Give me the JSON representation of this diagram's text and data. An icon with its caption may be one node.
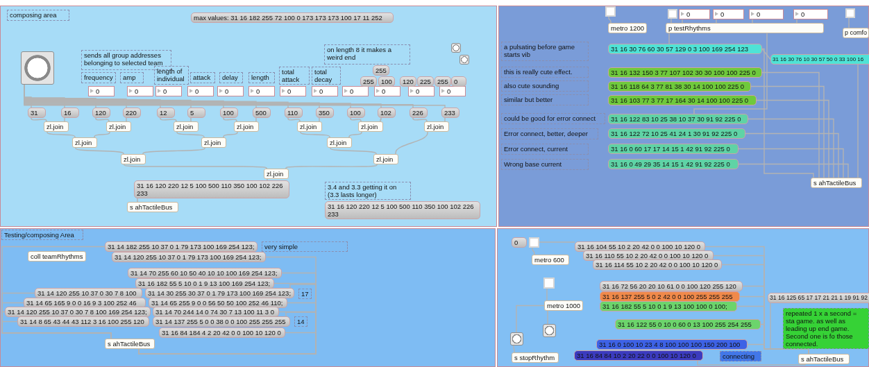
{
  "diagram": {
    "nodes": [
      {
        "text": [
          "composing area"
        ]
      },
      {
        "text": [
          "max values: 31 16 182 255 72 100 0 173 173 173 100 17 11 252"
        ]
      },
      {
        "text": [],
        "shape": "circle"
      },
      {
        "text": [
          "sends all group addresses belonging to selected team"
        ]
      },
      {
        "text": [
          "frequency"
        ]
      },
      {
        "text": [
          "amp"
        ]
      },
      {
        "text": [
          "length of individual"
        ]
      },
      {
        "text": [
          "attack"
        ]
      },
      {
        "text": [
          "delay"
        ]
      },
      {
        "text": [
          "length"
        ]
      },
      {
        "text": [
          "total attack"
        ]
      },
      {
        "text": [
          "total decay"
        ]
      },
      {
        "text": [
          "on length 8 it makes a weird end"
        ]
      },
      {
        "text": [
          "0"
        ]
      },
      {
        "text": [
          "0"
        ]
      },
      {
        "text": [
          "0"
        ]
      },
      {
        "text": [
          "0"
        ]
      },
      {
        "text": [
          "0"
        ]
      },
      {
        "text": [
          "0"
        ]
      },
      {
        "text": [
          "0"
        ]
      },
      {
        "text": [
          "0"
        ]
      },
      {
        "text": [
          "0"
        ]
      },
      {
        "text": [
          "0"
        ]
      },
      {
        "text": [
          "0"
        ]
      },
      {
        "text": [
          "0"
        ]
      },
      {
        "text": [
          "255"
        ]
      },
      {
        "text": [
          "255"
        ]
      },
      {
        "text": [
          "100"
        ]
      },
      {
        "text": [
          "120"
        ]
      },
      {
        "text": [
          "225"
        ]
      },
      {
        "text": [
          "255"
        ]
      },
      {
        "text": [
          "0"
        ]
      },
      {
        "text": [],
        "shape": "circle"
      },
      {
        "text": [],
        "shape": "circle"
      },
      {
        "text": [
          "31"
        ]
      },
      {
        "text": [
          "16"
        ]
      },
      {
        "text": [
          "120"
        ]
      },
      {
        "text": [
          "220"
        ]
      },
      {
        "text": [
          "12"
        ]
      },
      {
        "text": [
          "5"
        ]
      },
      {
        "text": [
          "100"
        ]
      },
      {
        "text": [
          "500"
        ]
      },
      {
        "text": [
          "110"
        ]
      },
      {
        "text": [
          "350"
        ]
      },
      {
        "text": [
          "100"
        ]
      },
      {
        "text": [
          "102"
        ]
      },
      {
        "text": [
          "226"
        ]
      },
      {
        "text": [
          "233"
        ]
      },
      {
        "text": [
          "zl.join"
        ]
      },
      {
        "text": [
          "zl.join"
        ]
      },
      {
        "text": [
          "zl.join"
        ]
      },
      {
        "text": [
          "zl.join"
        ]
      },
      {
        "text": [
          "zl.join"
        ]
      },
      {
        "text": [
          "zl.join"
        ]
      },
      {
        "text": [
          "zl.join"
        ]
      },
      {
        "text": [
          "zl.join"
        ]
      },
      {
        "text": [
          "zl.join"
        ]
      },
      {
        "text": [
          "zl.join"
        ]
      },
      {
        "text": [
          "zl.join"
        ]
      },
      {
        "text": [
          "zl.join"
        ]
      },
      {
        "text": [
          "zl.join"
        ]
      },
      {
        "text": [
          "31 16 120 220 12 5 100 500 110 350 100 102 226 233"
        ]
      },
      {
        "text": [
          "s ahTactileBus"
        ]
      },
      {
        "text": [
          "3.4 and 3.3 getting it on (3.3 lasts longer)"
        ]
      },
      {
        "text": [
          "31 16 120 220 12 5 100 500 110 350 100 102 226 233"
        ]
      },
      {
        "text": [],
        "shape": "box"
      },
      {
        "text": [],
        "shape": "box"
      },
      {
        "text": [
          "0"
        ]
      },
      {
        "text": [
          "0"
        ]
      },
      {
        "text": [
          "0"
        ]
      },
      {
        "text": [
          "0"
        ]
      },
      {
        "text": [],
        "shape": "box"
      },
      {
        "text": [
          "metro 1200"
        ]
      },
      {
        "text": [
          "p testRhythms"
        ]
      },
      {
        "text": [
          "p comfo"
        ]
      },
      {
        "text": [
          "a pulsating before game starts vib"
        ]
      },
      {
        "text": [
          "31 16 30 76 60 30 57 129 0 3 100 169 254 123"
        ]
      },
      {
        "text": [
          "31 16 30 76 10 30 57 50 0 33 100 16"
        ]
      },
      {
        "text": [
          "this is really cute effect."
        ]
      },
      {
        "text": [
          "31 16 132 150 3 77 107 102 30 30 100 100 225 0"
        ]
      },
      {
        "text": [
          "also cute sounding"
        ]
      },
      {
        "text": [
          "31 16 118 64 3 77 81 38 30 14 100 100 225 0"
        ]
      },
      {
        "text": [
          "similar but better"
        ]
      },
      {
        "text": [
          "31 16 103 77 3 77 17 164 30 14 100 100 225 0"
        ]
      },
      {
        "text": [
          "could be good for error connect"
        ]
      },
      {
        "text": [
          "31 16 122 83 10 25 38 10 37 30 91 92 225 0"
        ]
      },
      {
        "text": [
          "Error connect, better, deeper"
        ]
      },
      {
        "text": [
          "31 16 122 72 10 25 41 24 1 30 91 92 225 0"
        ]
      },
      {
        "text": [
          "Error connect, current"
        ]
      },
      {
        "text": [
          "31 16 0 60 17 17 14 15 1 42 91 92 225 0"
        ]
      },
      {
        "text": [
          "Wrong base current"
        ]
      },
      {
        "text": [
          "31 16 0 49 29 35 14 15 1 42 91 92 225 0"
        ]
      },
      {
        "text": [
          "s ahTactileBus"
        ]
      },
      {
        "text": [
          "Testing/composing Area"
        ]
      },
      {
        "text": [
          "coll teamRhythms"
        ]
      },
      {
        "text": [
          "31 14 182 255 10 37 0 1 79 173 100 169 254 123;"
        ]
      },
      {
        "text": [
          "very simple"
        ]
      },
      {
        "text": [
          "31 14 120 255 10 37 0 1 79 173 100 169 254 123;"
        ]
      },
      {
        "text": [
          "31 14 70 255 60 10 50 40 10 10 100 169 254 123;"
        ]
      },
      {
        "text": [
          "31 16 182 55 5 10 0 1 9 13 100 169 254 123;"
        ]
      },
      {
        "text": [
          "31 14 120 255 10 37 0 30 7 8 100"
        ]
      },
      {
        "text": [
          "31 14 30 255 30 37 0 1 79 173 100 169 254 123;"
        ]
      },
      {
        "text": [
          "17"
        ]
      },
      {
        "text": [
          "31 14 65 165 9 0 0 16 9 3 100 252 46"
        ]
      },
      {
        "text": [
          "31 14 65 255 9 0 0 56 50 50 100 252 46 110;"
        ]
      },
      {
        "text": [
          "31 14 120 255 10 37 0 30 7 8 100 169 254 123;"
        ]
      },
      {
        "text": [
          "31 14 70 244 14 0 74 30 7 13 100 11 3 0"
        ]
      },
      {
        "text": [
          "31 14 8 65 43 44 43 112 3 16 100 255 120"
        ]
      },
      {
        "text": [
          "31 14 137 255 5 0 0 38 0 0 100 255 255 255"
        ]
      },
      {
        "text": [
          "14"
        ]
      },
      {
        "text": [
          "31 16 84 184 4 2 20 42 0 0 100 10 120 0"
        ]
      },
      {
        "text": [
          "s ahTactileBus"
        ]
      },
      {
        "text": [
          "0"
        ]
      },
      {
        "text": [],
        "shape": "box"
      },
      {
        "text": [
          "31 16 104 55 10 2 20 42 0 0 100 10 120 0"
        ]
      },
      {
        "text": [
          "31 16 110 55 10 2 20 42 0 0 100 10 120 0"
        ]
      },
      {
        "text": [
          "31 16 114 55 10 2 20 42 0 0 100 10 120 0"
        ]
      },
      {
        "text": [
          "metro 600"
        ]
      },
      {
        "text": [],
        "shape": "box"
      },
      {
        "text": [
          "31 16 72 56 20 20 10 61 0 0 100 120 255 120"
        ]
      },
      {
        "text": [
          "31 16 137 255 5 0 2 42 0 0 100 255 255 255"
        ]
      },
      {
        "text": [
          "metro 1000"
        ]
      },
      {
        "text": [
          "31 16 182 55 5 10 0 1 9 13 100 100 0 100;"
        ]
      },
      {
        "text": [
          "31 16 125 65 17 17 21 21 1 19 91 92"
        ]
      },
      {
        "text": [
          "repeated 1 x a second = sta game. as well as leading up end game. Second one is fo those connected."
        ]
      },
      {
        "text": [
          "31 16 122 55 0 10 0 60 0 13 100 255 254 255"
        ]
      },
      {
        "text": [],
        "shape": "circle"
      },
      {
        "text": [],
        "shape": "circle"
      },
      {
        "text": [
          "31 16 0 100 10 23 4 8 100 100 100 150 200 100"
        ]
      },
      {
        "text": [
          "31 16 84 84 10 2 20 22 0 0 100 10 120 0"
        ]
      },
      {
        "text": [
          "connecting"
        ]
      },
      {
        "text": [
          "s stopRhythm"
        ]
      },
      {
        "text": [
          "s ahTactileBus"
        ]
      }
    ],
    "edges": [
      {
        "from": 2,
        "to": 34,
        "arrow": "none"
      },
      {
        "from": 2,
        "to": 35,
        "arrow": "none"
      },
      {
        "from": 2,
        "to": 36,
        "arrow": "none"
      },
      {
        "from": 2,
        "to": 37,
        "arrow": "none"
      },
      {
        "from": 2,
        "to": 38,
        "arrow": "none"
      },
      {
        "from": 2,
        "to": 39,
        "arrow": "none"
      },
      {
        "from": 2,
        "to": 40,
        "arrow": "none"
      },
      {
        "from": 2,
        "to": 41,
        "arrow": "none"
      },
      {
        "from": 2,
        "to": 42,
        "arrow": "none"
      },
      {
        "from": 2,
        "to": 43,
        "arrow": "none"
      },
      {
        "from": 2,
        "to": 44,
        "arrow": "none"
      },
      {
        "from": 2,
        "to": 45,
        "arrow": "none"
      },
      {
        "from": 2,
        "to": 46,
        "arrow": "none"
      },
      {
        "from": 2,
        "to": 47,
        "arrow": "none"
      },
      {
        "from": 34,
        "to": 48,
        "arrow": "none"
      },
      {
        "from": 35,
        "to": 48,
        "arrow": "none"
      },
      {
        "from": 36,
        "to": 49,
        "arrow": "none"
      },
      {
        "from": 37,
        "to": 49,
        "arrow": "none"
      },
      {
        "from": 38,
        "to": 50,
        "arrow": "none"
      },
      {
        "from": 39,
        "to": 50,
        "arrow": "none"
      },
      {
        "from": 40,
        "to": 51,
        "arrow": "none"
      },
      {
        "from": 41,
        "to": 51,
        "arrow": "none"
      },
      {
        "from": 42,
        "to": 52,
        "arrow": "none"
      },
      {
        "from": 43,
        "to": 52,
        "arrow": "none"
      },
      {
        "from": 44,
        "to": 53,
        "arrow": "none"
      },
      {
        "from": 45,
        "to": 53,
        "arrow": "none"
      },
      {
        "from": 46,
        "to": 54,
        "arrow": "none"
      },
      {
        "from": 47,
        "to": 54,
        "arrow": "none"
      },
      {
        "from": 48,
        "to": 55,
        "arrow": "none"
      },
      {
        "from": 49,
        "to": 55,
        "arrow": "none"
      },
      {
        "from": 50,
        "to": 56,
        "arrow": "none"
      },
      {
        "from": 51,
        "to": 56,
        "arrow": "none"
      },
      {
        "from": 52,
        "to": 57,
        "arrow": "none"
      },
      {
        "from": 53,
        "to": 57,
        "arrow": "none"
      },
      {
        "from": 55,
        "to": 58,
        "arrow": "none"
      },
      {
        "from": 56,
        "to": 58,
        "arrow": "none"
      },
      {
        "from": 57,
        "to": 59,
        "arrow": "none"
      },
      {
        "from": 54,
        "to": 59,
        "arrow": "none"
      },
      {
        "from": 58,
        "to": 60,
        "arrow": "none"
      },
      {
        "from": 59,
        "to": 60,
        "arrow": "none"
      },
      {
        "from": 60,
        "to": 61,
        "arrow": "none"
      },
      {
        "from": 61,
        "to": 62,
        "arrow": "none"
      },
      {
        "from": 65,
        "to": 72,
        "arrow": "none"
      },
      {
        "from": 66,
        "to": 73,
        "arrow": "none"
      },
      {
        "from": 67,
        "to": 73,
        "arrow": "none"
      },
      {
        "from": 68,
        "to": 73,
        "arrow": "none"
      },
      {
        "from": 69,
        "to": 73,
        "arrow": "none"
      },
      {
        "from": 70,
        "to": 73,
        "arrow": "none"
      },
      {
        "from": 71,
        "to": 74,
        "arrow": "none"
      },
      {
        "from": 73,
        "to": 76,
        "arrow": "none"
      },
      {
        "from": 73,
        "to": 85,
        "arrow": "none"
      },
      {
        "from": 76,
        "to": 77,
        "arrow": "none"
      },
      {
        "from": 76,
        "to": 92,
        "arrow": "none"
      },
      {
        "from": 77,
        "to": 92,
        "arrow": "none"
      },
      {
        "from": 79,
        "to": 92,
        "arrow": "none"
      },
      {
        "from": 81,
        "to": 92,
        "arrow": "none"
      },
      {
        "from": 83,
        "to": 92,
        "arrow": "none"
      },
      {
        "from": 85,
        "to": 92,
        "arrow": "none"
      },
      {
        "from": 87,
        "to": 92,
        "arrow": "none"
      },
      {
        "from": 89,
        "to": 92,
        "arrow": "none"
      },
      {
        "from": 91,
        "to": 92,
        "arrow": "none"
      },
      {
        "from": 95,
        "to": 111,
        "arrow": "none"
      },
      {
        "from": 97,
        "to": 111,
        "arrow": "none"
      },
      {
        "from": 98,
        "to": 111,
        "arrow": "none"
      },
      {
        "from": 99,
        "to": 111,
        "arrow": "none"
      },
      {
        "from": 100,
        "to": 111,
        "arrow": "none"
      },
      {
        "from": 101,
        "to": 111,
        "arrow": "none"
      },
      {
        "from": 103,
        "to": 111,
        "arrow": "none"
      },
      {
        "from": 104,
        "to": 111,
        "arrow": "none"
      },
      {
        "from": 105,
        "to": 111,
        "arrow": "none"
      },
      {
        "from": 106,
        "to": 111,
        "arrow": "none"
      },
      {
        "from": 107,
        "to": 111,
        "arrow": "none"
      },
      {
        "from": 108,
        "to": 111,
        "arrow": "none"
      },
      {
        "from": 110,
        "to": 111,
        "arrow": "none"
      },
      {
        "from": 113,
        "to": 117,
        "arrow": "none"
      },
      {
        "from": 113,
        "to": 114,
        "arrow": "none"
      },
      {
        "from": 118,
        "to": 121,
        "arrow": "none"
      },
      {
        "from": 121,
        "to": 126,
        "arrow": "none"
      },
      {
        "from": 121,
        "to": 127,
        "arrow": "none"
      },
      {
        "from": 127,
        "to": 131,
        "arrow": "none"
      },
      {
        "from": 114,
        "to": 132,
        "arrow": "none"
      },
      {
        "from": 115,
        "to": 132,
        "arrow": "none"
      },
      {
        "from": 116,
        "to": 132,
        "arrow": "none"
      },
      {
        "from": 119,
        "to": 132,
        "arrow": "none"
      },
      {
        "from": 120,
        "to": 132,
        "arrow": "none"
      },
      {
        "from": 122,
        "to": 132,
        "arrow": "none"
      },
      {
        "from": 123,
        "to": 132,
        "arrow": "none"
      },
      {
        "from": 125,
        "to": 132,
        "arrow": "none"
      },
      {
        "from": 128,
        "to": 132,
        "arrow": "none"
      },
      {
        "from": 129,
        "to": 132,
        "arrow": "none"
      }
    ]
  }
}
